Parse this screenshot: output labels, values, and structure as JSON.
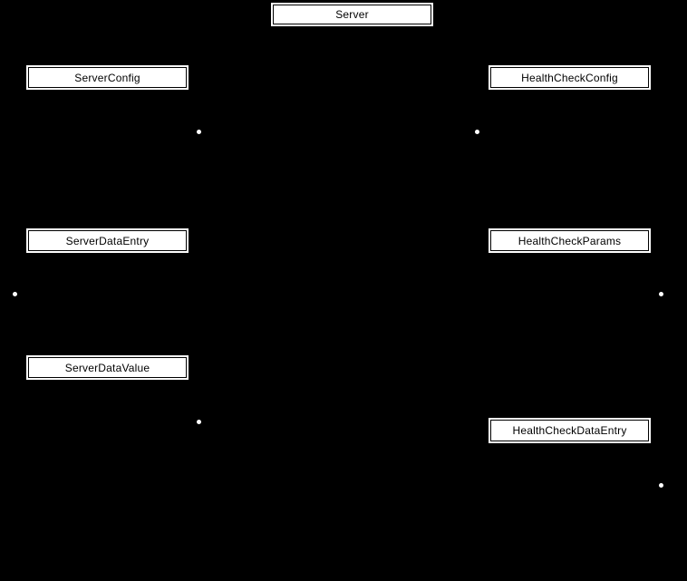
{
  "diagram": {
    "background_color": "#000000",
    "node_fill_color": "#ffffff",
    "node_border_color": "#000000",
    "node_text_color": "#000000",
    "nodes": [
      {
        "label": "Server"
      },
      {
        "label": "ServerConfig"
      },
      {
        "label": "HealthCheckConfig"
      },
      {
        "label": "ServerDataEntry"
      },
      {
        "label": "HealthCheckParams"
      },
      {
        "label": "ServerDataValue"
      },
      {
        "label": "HealthCheckDataEntry"
      }
    ],
    "connector_dots": {
      "count": 6,
      "color": "#ffffff"
    }
  }
}
